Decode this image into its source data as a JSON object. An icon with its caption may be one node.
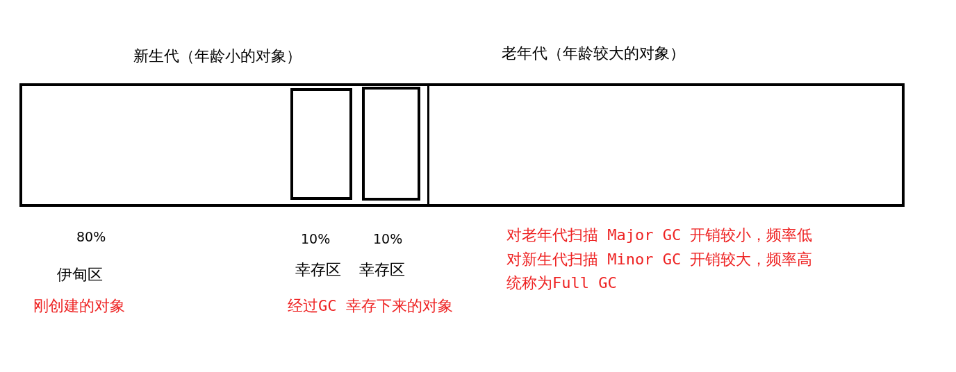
{
  "diagram": {
    "nodes": [
      {
        "text": [
          "新生代（年龄小的对象）"
        ]
      },
      {
        "text": [],
        "shape": "box",
        "in": 0,
        "beside": [
          "10%",
          "幸存区"
        ]
      },
      {
        "text": [],
        "shape": "box",
        "in": 0,
        "beside": [
          "10%",
          "幸存区"
        ]
      },
      {
        "text": [
          "老年代（年龄较大的对象）"
        ]
      }
    ],
    "edges": [],
    "labels": [
      "80%",
      "伊甸区",
      "刚创建的对象",
      "经过GC 幸存下来的对象",
      "对老年代扫描 Major GC 开销较小，频率低",
      "对新生代扫描 Minor GC 开销较大，频率高",
      "统称为Full GC"
    ]
  }
}
